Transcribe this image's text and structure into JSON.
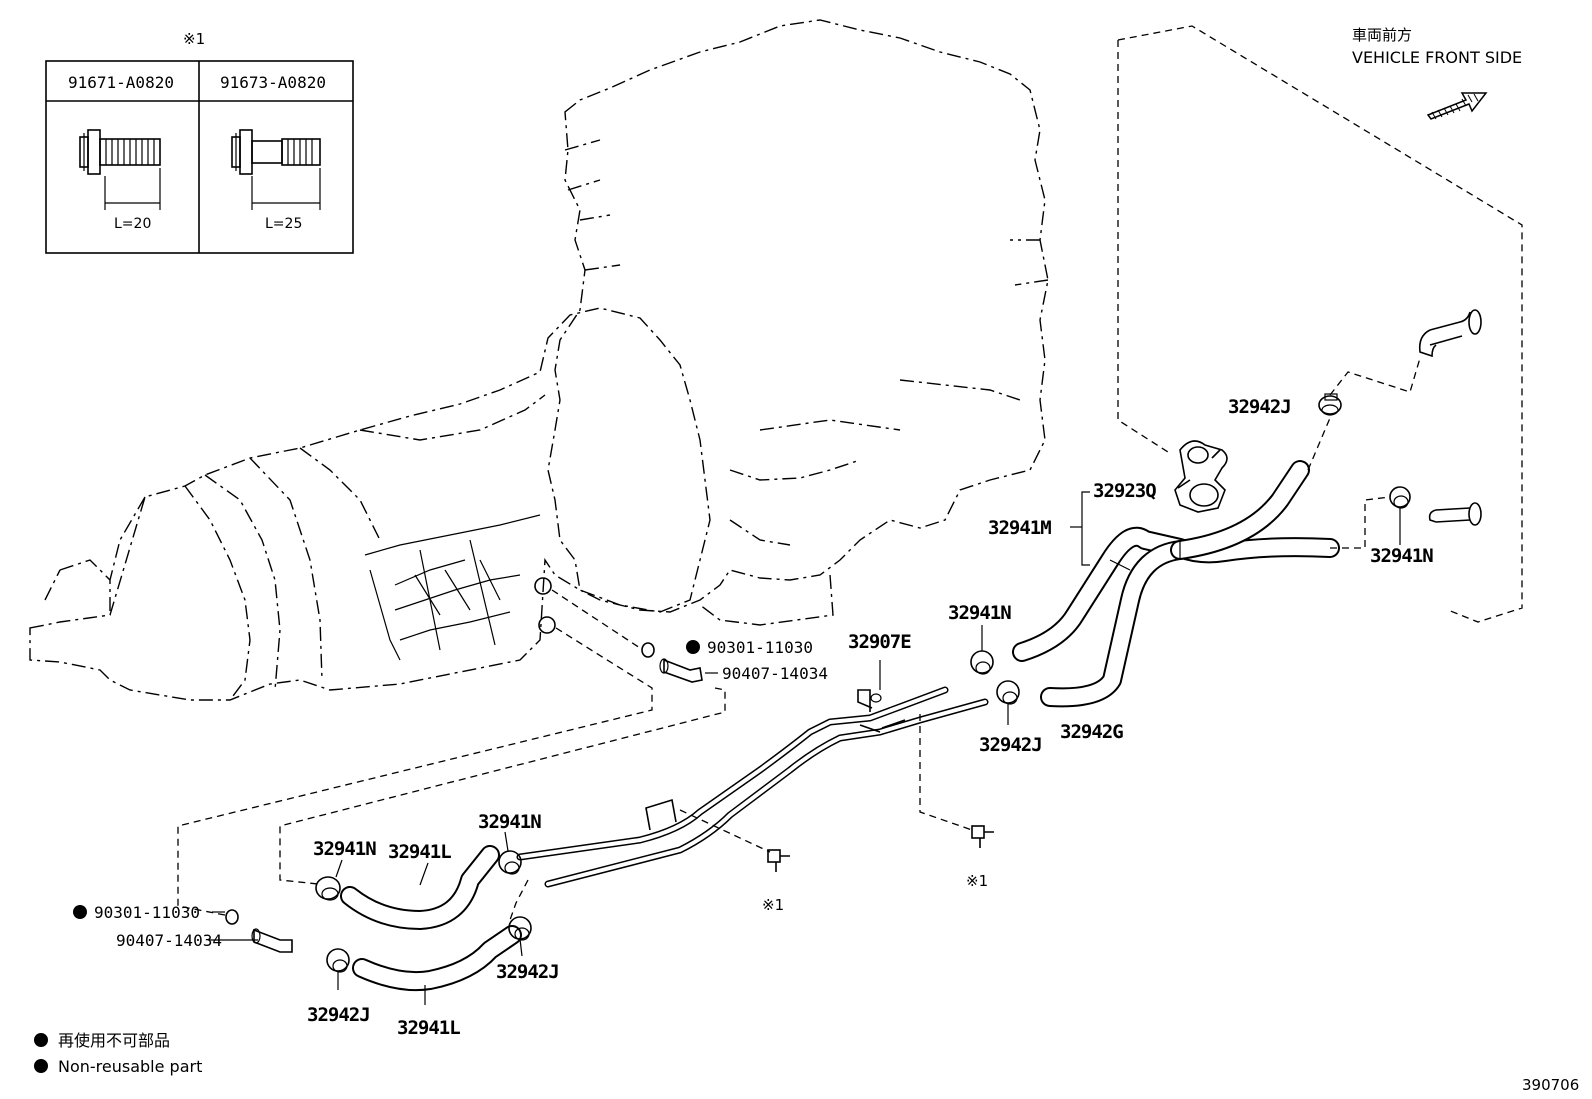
{
  "bolt_table": {
    "note_mark": "※1",
    "columns": [
      {
        "part_no": "91671-A0820",
        "length": "L=20"
      },
      {
        "part_no": "91673-A0820",
        "length": "L=25"
      }
    ]
  },
  "direction": {
    "label_jp": "車両前方",
    "label_en": "VEHICLE FRONT SIDE"
  },
  "labels": {
    "p32942J_top": "32942J",
    "p32923Q": "32923Q",
    "p32941M": "32941M",
    "p32941N_right": "32941N",
    "p32941N_mid": "32941N",
    "p32907E": "32907E",
    "p32942J_mid": "32942J",
    "p32942G": "32942G",
    "p90301_upper": "90301-11030",
    "p90407_upper": "90407-14034",
    "p32941N_left": "32941N",
    "p32941L_upper": "32941L",
    "p32941N_lower": "32941N",
    "p90301_lower": "90301-11030",
    "p90407_lower": "90407-14034",
    "p32942J_lower_mid": "32942J",
    "p32942J_lower_left": "32942J",
    "p32941L_lower": "32941L",
    "note_mark_a": "※1",
    "note_mark_b": "※1"
  },
  "legend": {
    "jp": "再使用不可部品",
    "en": "Non-reusable part"
  },
  "figure_id": "390706"
}
